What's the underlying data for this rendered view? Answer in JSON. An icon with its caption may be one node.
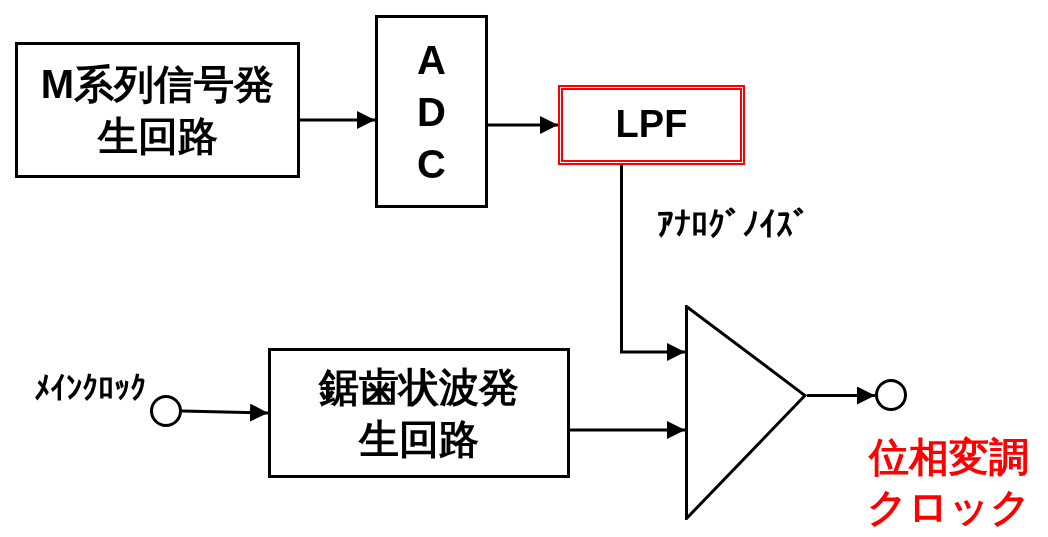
{
  "diagram": {
    "nodes": [
      {
        "text": [
          "M系列信号発生回路"
        ]
      },
      {
        "text": [
          "A D C"
        ]
      },
      {
        "text": [
          "LPF"
        ]
      },
      {
        "text": [],
        "shape": "circle",
        "beside": [
          "ﾒｲﾝｸﾛｯｸ"
        ]
      },
      {
        "text": [
          "鋸歯状波発生回路"
        ]
      },
      {
        "text": [],
        "shape": "triangle"
      },
      {
        "text": [],
        "shape": "circle",
        "beside": [
          "位相変調クロック"
        ]
      }
    ],
    "edges": [
      {
        "from": 0,
        "to": 1,
        "arrow": "to"
      },
      {
        "from": 1,
        "to": 2,
        "arrow": "to"
      },
      {
        "from": 2,
        "to": 5,
        "arrow": "to",
        "label": "ｱﾅﾛｸﾞﾉｲｽﾞ"
      },
      {
        "from": 3,
        "to": 4,
        "arrow": "to"
      },
      {
        "from": 4,
        "to": 5,
        "arrow": "to"
      },
      {
        "from": 5,
        "to": 6,
        "arrow": "to"
      }
    ]
  }
}
